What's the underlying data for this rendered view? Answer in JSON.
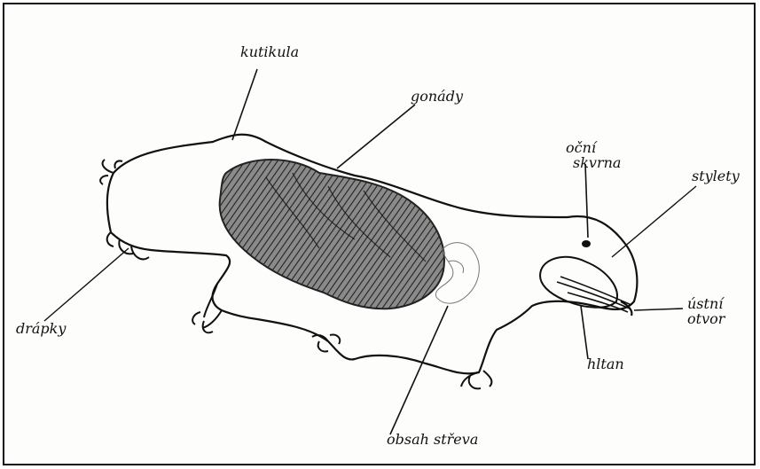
{
  "labels": {
    "kutikula": "kutikula",
    "gonady": "gonády",
    "ocni_skvrna_line1": "oční",
    "ocni_skvrna_line2": "skvrna",
    "stylety": "stylety",
    "ustni_otvor_line1": "ústní",
    "ustni_otvor_line2": "otvor",
    "hltan": "hltan",
    "obsah_streva": "obsah střeva",
    "drapky": "drápky"
  },
  "colors": {
    "ink": "#111111",
    "gonad_fill": "#5a5a5a",
    "paper": "#fdfdfb"
  }
}
